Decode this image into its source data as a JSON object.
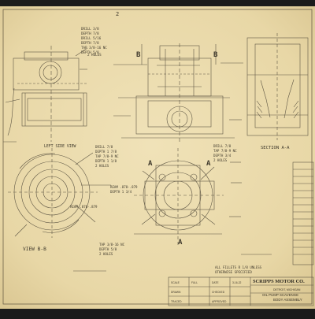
{
  "drawing": {
    "labels": {
      "top_left_notes": [
        "DRILL 3/8",
        "DEPTH 7/8",
        "DRILL 5/16",
        "DEPTH 7/8",
        "TAP 3/8-16 NC",
        "DEPTH 5/8"
      ],
      "top_left_small": "2 HOLES",
      "upper_mid_num": "2",
      "view_b_left": "B",
      "view_b_right": "B",
      "left_view_caption": "LEFT SIDE VIEW",
      "section_aa_caption": "SECTION A-A",
      "left_middle_notes": [
        "DRILL 7/8",
        "DEPTH 1 7/8",
        "TAP 7/8-9 NC",
        "DEPTH 1 1/8",
        "2 HOLES"
      ],
      "center_notes": [
        "REAM .878-.879",
        "DEPTH 1 3/4"
      ],
      "right_mid_notes": [
        "DRILL 7/8",
        "TAP 7/8-9 NC",
        "DEPTH 3/4",
        "2 HOLES"
      ],
      "left_a": "A",
      "right_a": "A",
      "bottom_a": "A",
      "bottom_left_notes": [
        "REAM .878-.879"
      ],
      "bottom_center_notes": [
        "TAP 3/8-16 NC",
        "DEPTH 5/8",
        "2 HOLES"
      ],
      "view_bb_caption": "VIEW B-B",
      "bottom_right_notes": [
        "ALL FILLETS R 1/8 UNLESS",
        "OTHERWISE SPECIFIED"
      ]
    },
    "title_block": {
      "company": "SCRIPPS MOTOR CO.",
      "company_sub": "DETROIT, MICHIGAN",
      "title_line1": "OIL PUMP SCAVENGE",
      "title_line2": "BODY ASSEMBLY",
      "rows": [
        [
          "SCALE",
          "FULL",
          "DATE",
          "3-16-22"
        ],
        [
          "DRAWN",
          "",
          "CHECKED",
          ""
        ],
        [
          "TRACED",
          "",
          "APPROVED",
          ""
        ]
      ]
    }
  }
}
